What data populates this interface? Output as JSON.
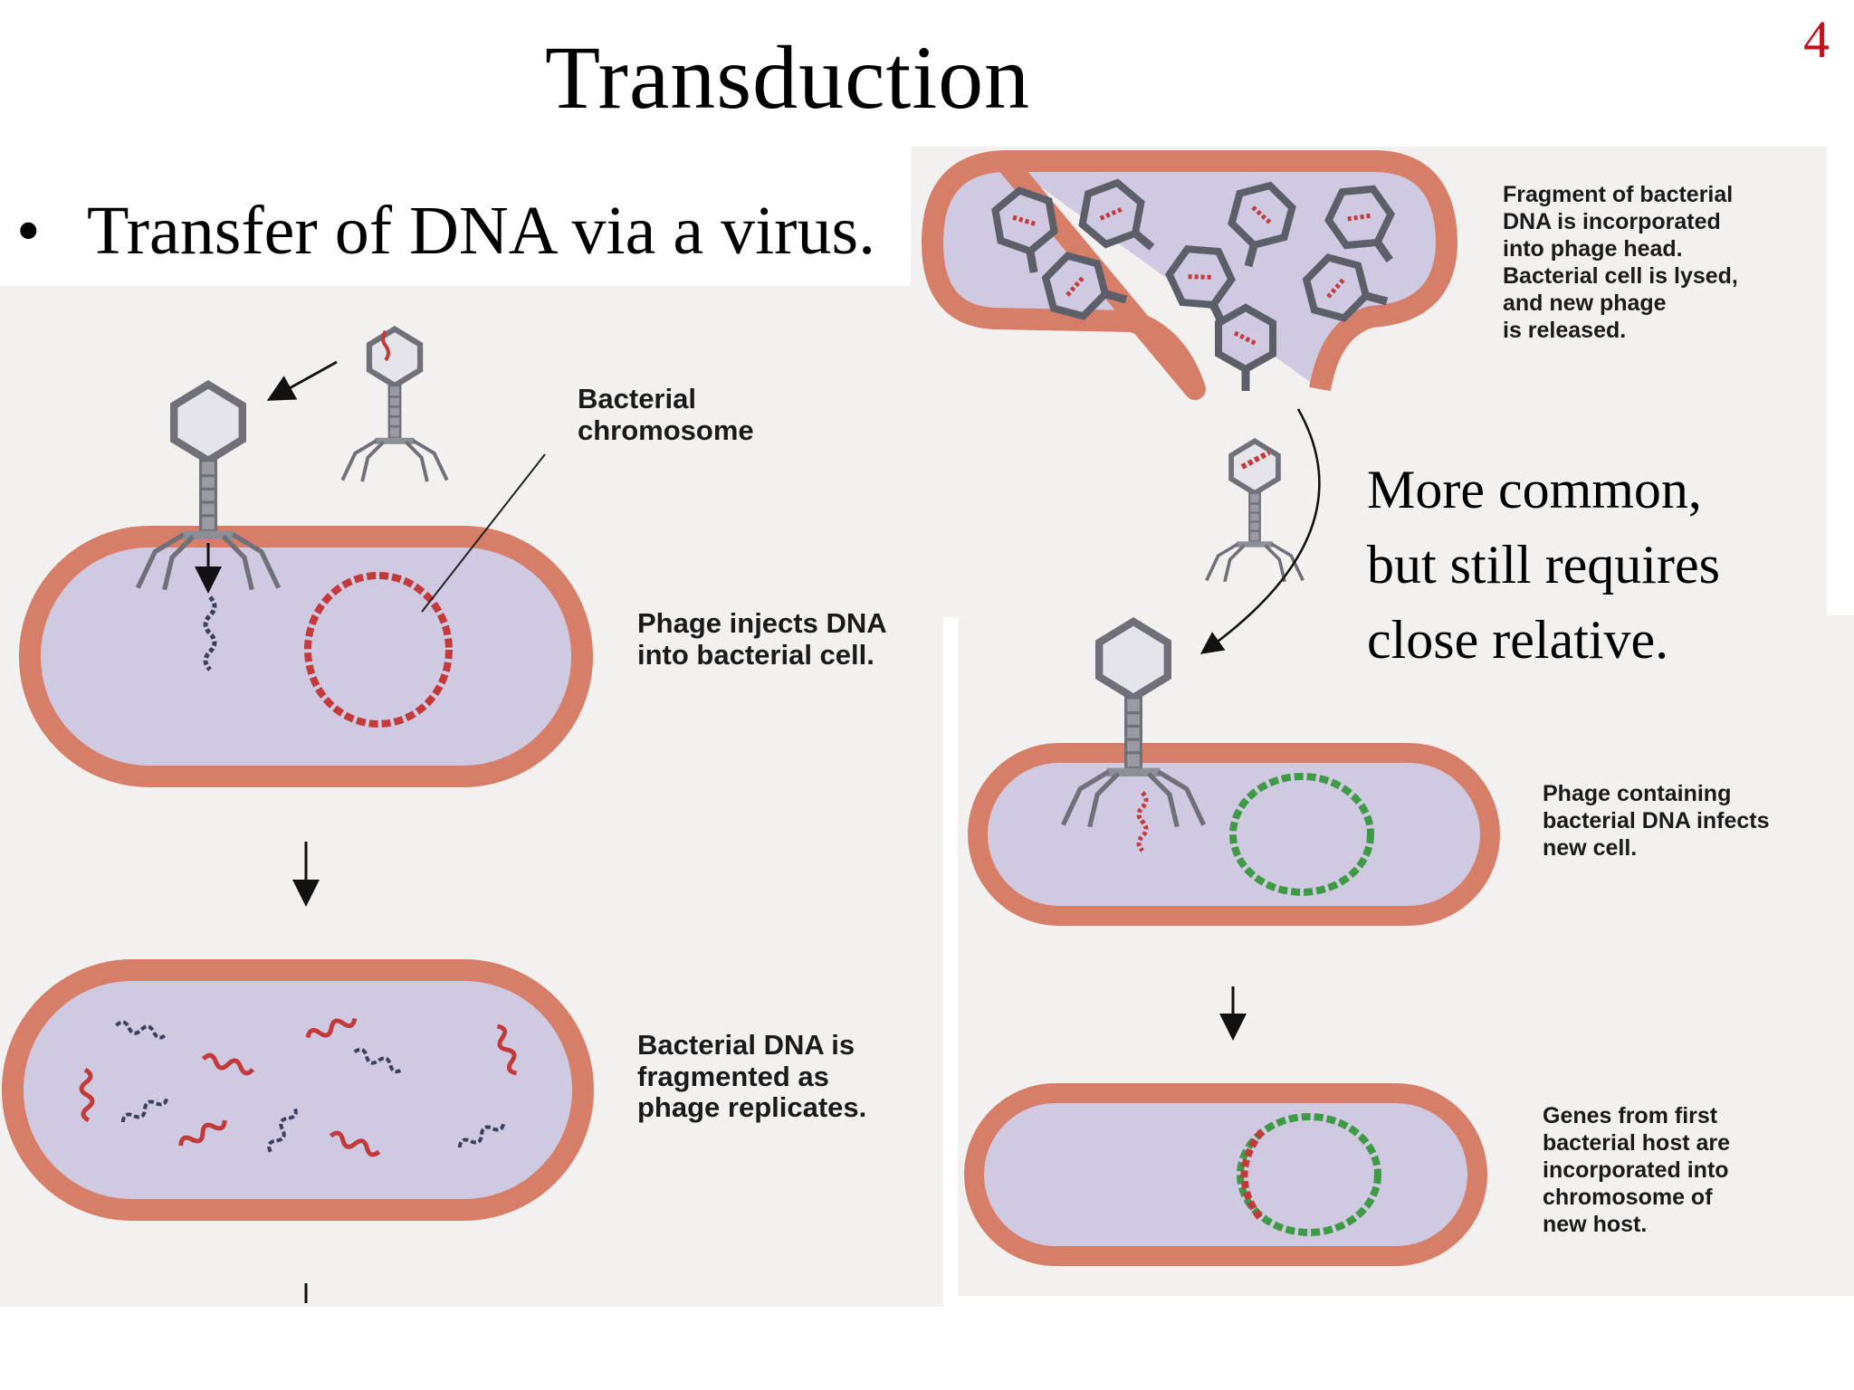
{
  "slide": {
    "title": "Transduction",
    "number": "4",
    "bullet": "Transfer of DNA via a virus.",
    "note": [
      "More common,",
      "but still requires",
      "close relative."
    ]
  },
  "labels": {
    "bacterial_chromosome": [
      "Bacterial",
      "chromosome"
    ],
    "phage_injects": [
      "Phage injects DNA",
      "into bacterial cell."
    ],
    "dna_fragmented": [
      "Bacterial DNA is",
      "fragmented as",
      "phage replicates."
    ],
    "fragment_incorporated": [
      "Fragment of bacterial",
      "DNA is incorporated",
      "into phage head.",
      "Bacterial cell is lysed,",
      "and new phage",
      "is released."
    ],
    "phage_infects_new": [
      "Phage containing",
      "bacterial DNA infects",
      "new cell."
    ],
    "genes_incorporated": [
      "Genes from first",
      "bacterial host are",
      "incorporated into",
      "chromosome of",
      "new host."
    ]
  },
  "colors": {
    "cell_wall": "#d77e68",
    "cell_interior": "#cfc9e2",
    "phage": "#6f7078",
    "dna_red": "#c23a3a",
    "dna_dark": "#3b3f5c",
    "dna_green": "#3f9a45",
    "slide_number": "#c0141c"
  }
}
